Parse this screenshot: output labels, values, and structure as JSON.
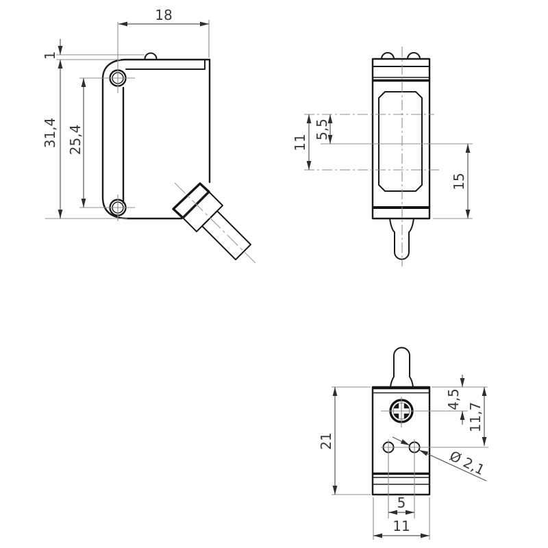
{
  "drawing": {
    "kind": "technical-dimension-drawing",
    "colors": {
      "outline": "#1a1a1a",
      "dimension": "#565656",
      "extension": "#8d8d8d",
      "text": "#383838",
      "background": "#ffffff"
    },
    "views": {
      "side": {
        "dims": {
          "width": "18",
          "protrusion": "1",
          "height": "31,4",
          "hole_spacing": "25,4"
        }
      },
      "front": {
        "dims": {
          "axis_spacing": "11",
          "axis_half": "5,5",
          "mid_to_bottom": "15"
        }
      },
      "back": {
        "dims": {
          "height": "21",
          "screw_offset": "4,5",
          "holes_offset": "11,7",
          "hole_diameter": "Ø 2,1",
          "hole_spacing": "5",
          "width": "11"
        }
      }
    }
  }
}
